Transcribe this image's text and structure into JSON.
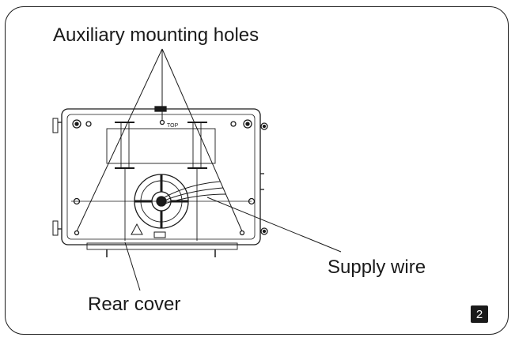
{
  "labels": {
    "auxiliary_mounting_holes": "Auxiliary mounting holes",
    "supply_wire": "Supply wire",
    "rear_cover": "Rear cover"
  },
  "panel_text": {
    "top_marking": "TOP"
  },
  "page_number": "2",
  "colors": {
    "line": "#1a1a1a",
    "background": "#ffffff",
    "badge_background": "#1a1a1a",
    "badge_text": "#ffffff"
  }
}
